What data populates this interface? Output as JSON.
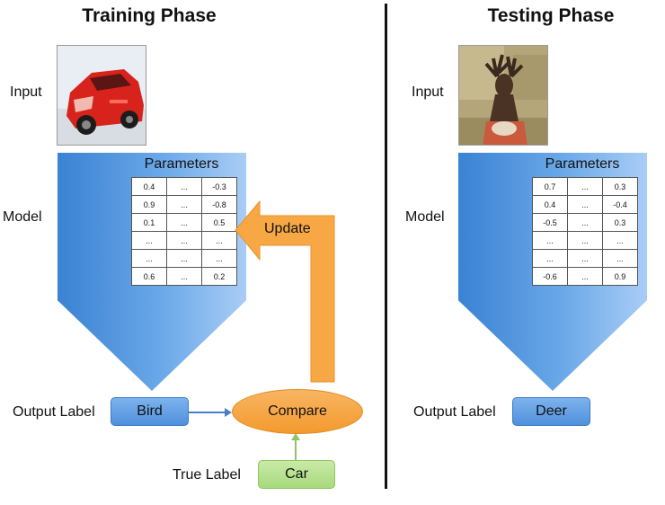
{
  "training": {
    "title": "Training Phase",
    "input_label": "Input",
    "model_label": "Model",
    "params_title": "Parameters",
    "params": [
      [
        "0.4",
        "...",
        "-0.3"
      ],
      [
        "0.9",
        "...",
        "-0.8"
      ],
      [
        "0.1",
        "...",
        "0.5"
      ],
      [
        "...",
        "...",
        "..."
      ],
      [
        "...",
        "...",
        "..."
      ],
      [
        "0.6",
        "...",
        "0.2"
      ]
    ],
    "output_label_text": "Output Label",
    "output_value": "Bird",
    "compare": "Compare",
    "update": "Update",
    "true_label_text": "True Label",
    "true_value": "Car",
    "input_image": "red-car-image"
  },
  "testing": {
    "title": "Testing Phase",
    "input_label": "Input",
    "model_label": "Model",
    "params_title": "Parameters",
    "params": [
      [
        "0.7",
        "...",
        "0.3"
      ],
      [
        "0.4",
        "...",
        "-0.4"
      ],
      [
        "-0.5",
        "...",
        "0.3"
      ],
      [
        "...",
        "...",
        "..."
      ],
      [
        "...",
        "...",
        "..."
      ],
      [
        "-0.6",
        "...",
        "0.9"
      ]
    ],
    "output_label_text": "Output Label",
    "output_value": "Deer",
    "input_image": "deer-image"
  },
  "colors": {
    "model_blue": "#4f90dc",
    "output_blue": "#5f9ee3",
    "compare_orange": "#f39a2e",
    "update_orange": "#f7a845",
    "true_green": "#a8d97d",
    "arrow_blue": "#4a7fc1",
    "arrow_green": "#8fc563"
  }
}
